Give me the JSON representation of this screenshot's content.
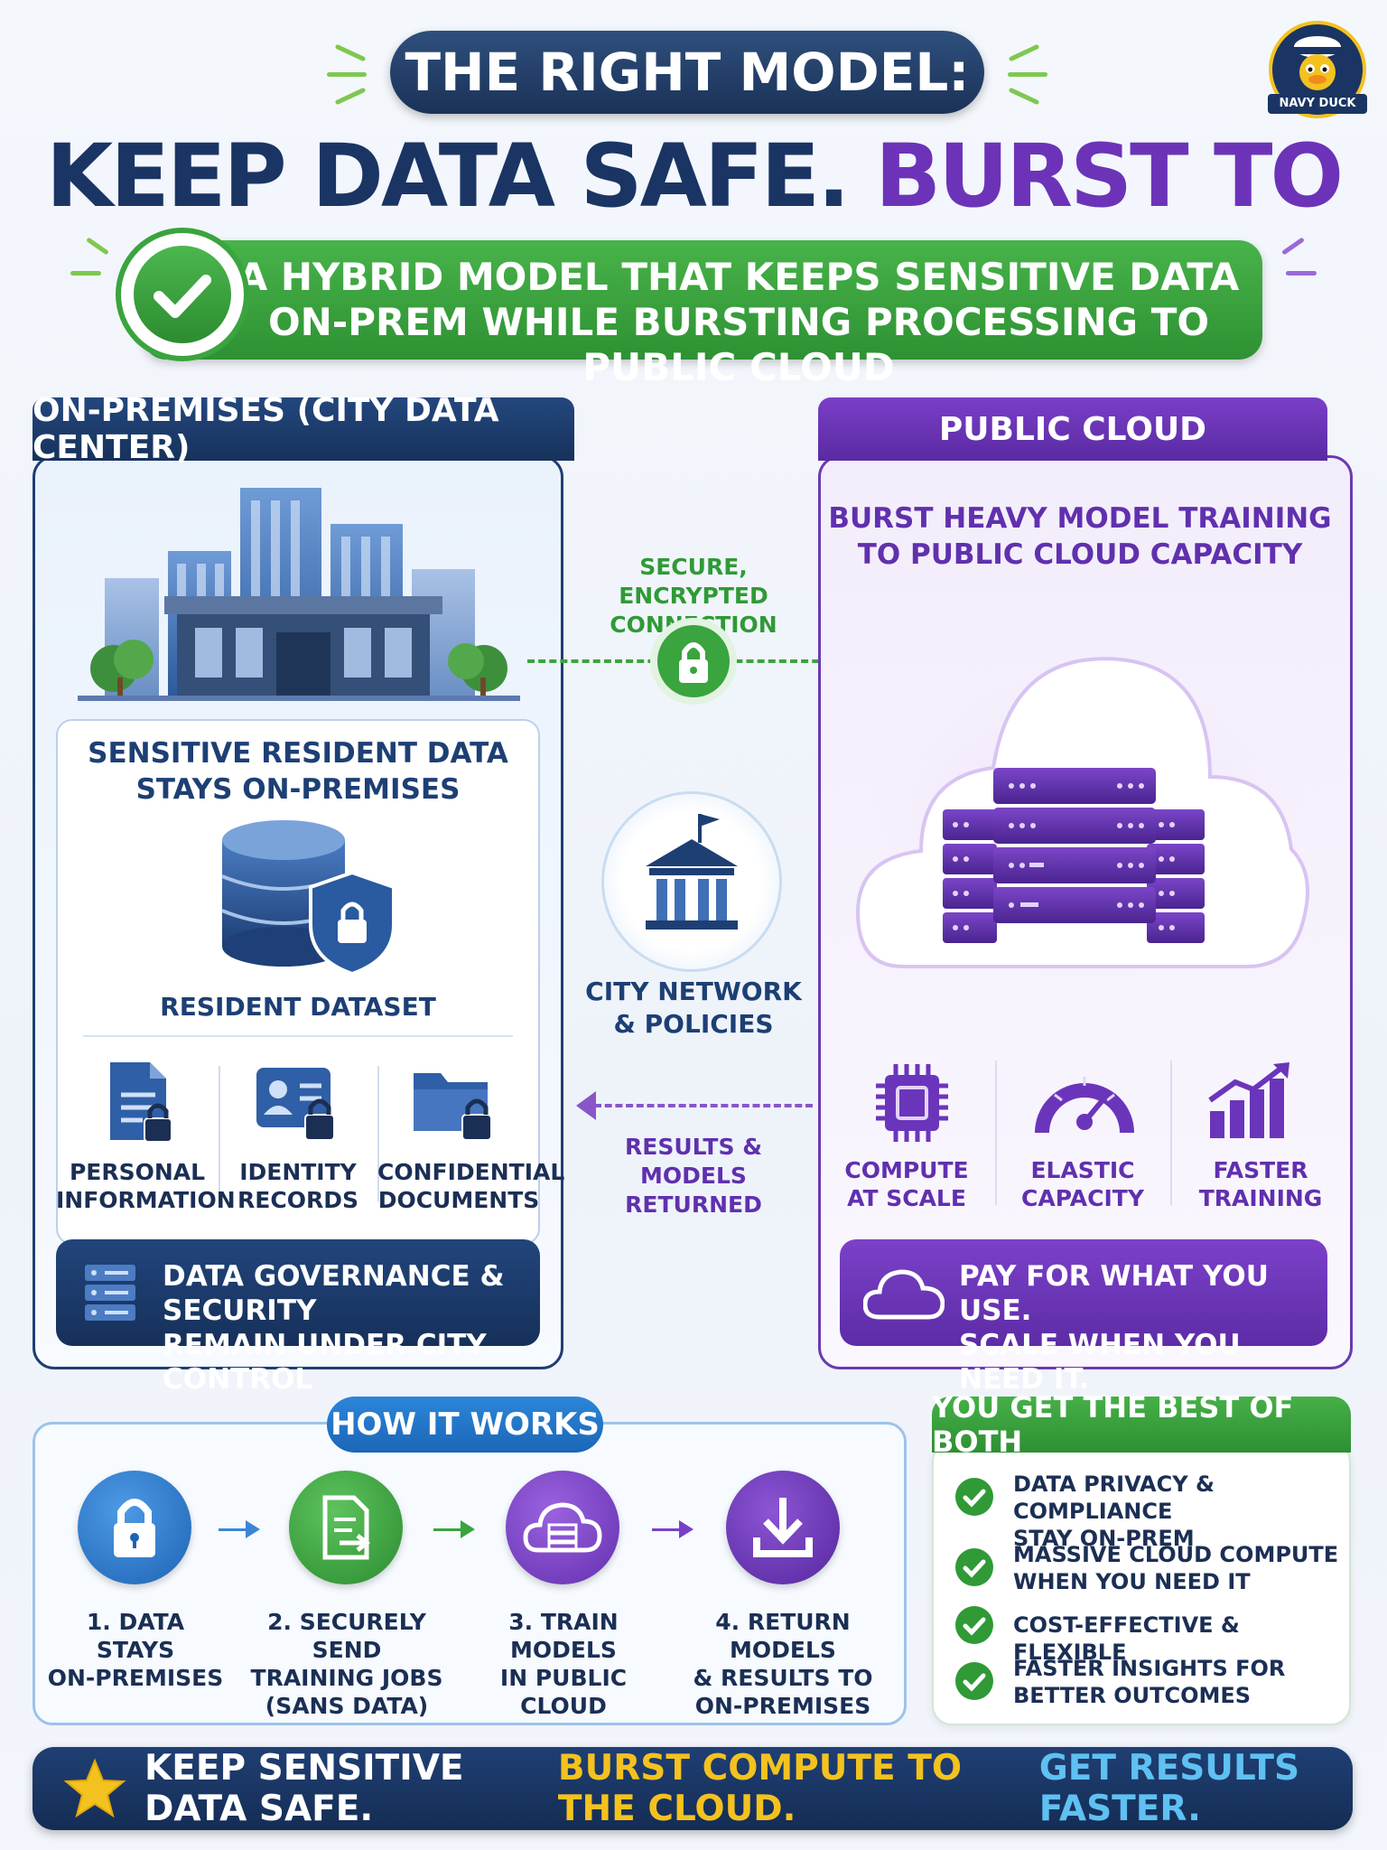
{
  "header": {
    "kicker": "THE RIGHT MODEL:",
    "headline_part1": "KEEP DATA SAFE.",
    "headline_part2": "BURST TO THE CLOUD.",
    "banner_line1": "A HYBRID MODEL THAT KEEPS SENSITIVE DATA",
    "banner_line2": "ON-PREM WHILE BURSTING PROCESSING TO PUBLIC CLOUD",
    "logo_text": "NAVY DUCK"
  },
  "on_prem": {
    "title": "ON-PREMISES (CITY DATA CENTER)",
    "card_title_line1": "SENSITIVE RESIDENT DATA",
    "card_title_line2": "STAYS ON-PREMISES",
    "dataset_label": "RESIDENT DATASET",
    "items": [
      {
        "line1": "PERSONAL",
        "line2": "INFORMATION",
        "icon": "document-lock-icon"
      },
      {
        "line1": "IDENTITY",
        "line2": "RECORDS",
        "icon": "id-card-lock-icon"
      },
      {
        "line1": "CONFIDENTIAL",
        "line2": "DOCUMENTS",
        "icon": "folder-lock-icon"
      }
    ],
    "governance_line1": "DATA GOVERNANCE & SECURITY",
    "governance_line2": "REMAIN UNDER CITY CONTROL"
  },
  "middle": {
    "connection_line1": "SECURE, ENCRYPTED",
    "connection_line2": "CONNECTION",
    "network_line1": "CITY NETWORK",
    "network_line2": "& POLICIES",
    "results_line1": "RESULTS & MODELS",
    "results_line2": "RETURNED"
  },
  "cloud": {
    "title": "PUBLIC CLOUD",
    "subtitle_line1": "BURST HEAVY MODEL TRAINING",
    "subtitle_line2": "TO PUBLIC CLOUD CAPACITY",
    "features": [
      {
        "line1": "COMPUTE",
        "line2": "AT SCALE",
        "icon": "cpu-chip-icon"
      },
      {
        "line1": "ELASTIC",
        "line2": "CAPACITY",
        "icon": "gauge-icon"
      },
      {
        "line1": "FASTER",
        "line2": "TRAINING",
        "icon": "growth-chart-icon"
      }
    ],
    "pay_line1": "PAY FOR WHAT YOU USE.",
    "pay_line2": "SCALE WHEN YOU NEED IT."
  },
  "how_it_works": {
    "title": "HOW IT WORKS",
    "steps": [
      {
        "line1": "1. DATA STAYS",
        "line2": "ON-PREMISES",
        "line3": "",
        "icon": "lock-icon",
        "color": "#2b7bd0"
      },
      {
        "line1": "2. SECURELY SEND",
        "line2": "TRAINING JOBS",
        "line3": "(SANS DATA)",
        "icon": "send-document-icon",
        "color": "#3aa43e"
      },
      {
        "line1": "3. TRAIN MODELS",
        "line2": "IN PUBLIC CLOUD",
        "line3": "",
        "icon": "cloud-server-icon",
        "color": "#7a3fc8"
      },
      {
        "line1": "4. RETURN MODELS",
        "line2": "& RESULTS TO",
        "line3": "ON-PREMISES",
        "icon": "download-icon",
        "color": "#6a35bb"
      }
    ]
  },
  "best_of_both": {
    "title": "YOU GET THE BEST OF BOTH",
    "items": [
      {
        "line1": "DATA PRIVACY & COMPLIANCE",
        "line2": "STAY ON-PREM"
      },
      {
        "line1": "MASSIVE CLOUD COMPUTE",
        "line2": "WHEN YOU NEED IT"
      },
      {
        "line1": "COST-EFFECTIVE & FLEXIBLE",
        "line2": ""
      },
      {
        "line1": "FASTER INSIGHTS FOR",
        "line2": "BETTER OUTCOMES"
      }
    ]
  },
  "footer": {
    "part1": "KEEP SENSITIVE DATA SAFE.",
    "part2": "BURST COMPUTE TO THE CLOUD.",
    "part3": "GET RESULTS FASTER."
  },
  "colors": {
    "navy": "#1a3564",
    "purple": "#6c33b8",
    "green": "#3aa43e",
    "gold": "#f4c21f"
  }
}
